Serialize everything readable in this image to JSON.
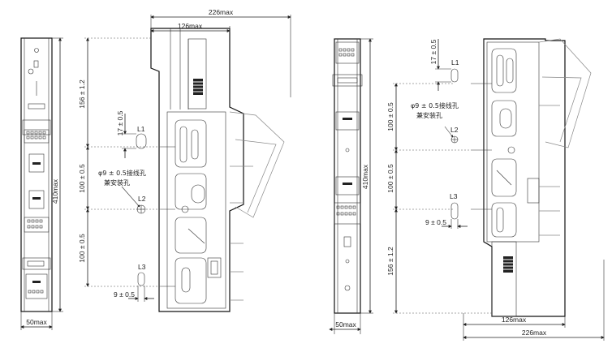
{
  "drawing_left": {
    "dims": {
      "width_total": "226max",
      "width_body": "126max",
      "height_total": "410max",
      "height_top": "156 ± 1.2",
      "spacing_1": "100 ± 0.5",
      "spacing_2": "100 ± 0.5",
      "hole_l1": "17 ± 0.5",
      "hole_l3": "9 ± 0.5",
      "base_width": "50max"
    },
    "labels": {
      "l1": "L1",
      "l2": "L2",
      "l3": "L3"
    },
    "note_line1": "φ9 ± 0.5接线孔",
    "note_line2": "兼安装孔"
  },
  "drawing_right": {
    "dims": {
      "width_total": "226max",
      "width_body": "126max",
      "height_total": "410max",
      "height_bottom": "156 ± 1.2",
      "spacing_1": "100 ± 0.5",
      "spacing_2": "100 ± 0.5",
      "hole_l1": "17 ± 0.5",
      "hole_l3": "9 ± 0.5",
      "base_width": "50max"
    },
    "labels": {
      "l1": "L1",
      "l2": "L2",
      "l3": "L3"
    },
    "note_line1": "φ9 ± 0.5接线孔",
    "note_line2": "兼安装孔"
  }
}
